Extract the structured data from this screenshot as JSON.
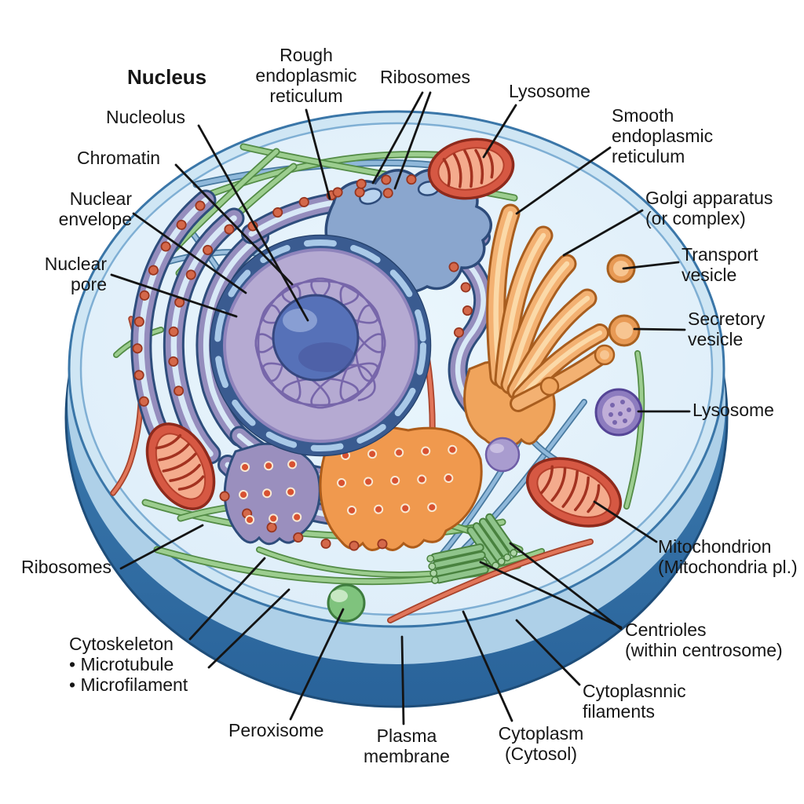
{
  "title": "Animal cell anatomy diagram",
  "labels": {
    "nucleus": "Nucleus",
    "nucleolus": "Nucleolus",
    "chromatin": "Chromatin",
    "nuclear_envelope": "Nuclear\nenvelope",
    "nuclear_pore": "Nuclear\npore",
    "rough_er": "Rough\nendoplasmic\nreticulum",
    "ribosomes_top": "Ribosomes",
    "lysosome_top": "Lysosome",
    "smooth_er": "Smooth\nendoplasmic\nreticulum",
    "golgi": "Golgi apparatus\n(or complex)",
    "transport_vesicle": "Transport\nvesicle",
    "secretory_vesicle": "Secretory\nvesicle",
    "lysosome_right": "Lysosome",
    "mitochondrion": "Mitochondrion\n(Mitochondria pl.)",
    "centrioles": "Centrioles\n(within centrosome)",
    "cytoplasmic_filaments": "Cytoplasnnic\nfilaments",
    "cytoplasm": "Cytoplasm\n(Cytosol)",
    "plasma_membrane": "Plasma\nmembrane",
    "peroxisome": "Peroxisome",
    "cytoskeleton": "Cytoskeleton\n• Microtubule\n• Microfilament",
    "ribosomes_left": "Ribosomes"
  },
  "palette": {
    "membrane_dark": "#2e6ba3",
    "membrane_band": "#aed0e8",
    "cytosol": "#e3f1fa",
    "nucleoplasm": "#b5aad2",
    "nucleolus": "#5671b8",
    "er_purple": "#958dbd",
    "er_blue": "#8aa6ce",
    "golgi_orange": "#f3b172",
    "mitochondrion_red": "#d65843",
    "lysosome_purple": "#8d7cbf",
    "filament_green": "#9ccd8f",
    "filament_blue": "#8fb8da",
    "filament_red": "#e1765a",
    "ribosome_dot": "#d4684a",
    "leader_line": "#141414",
    "label_text": "#161616"
  }
}
